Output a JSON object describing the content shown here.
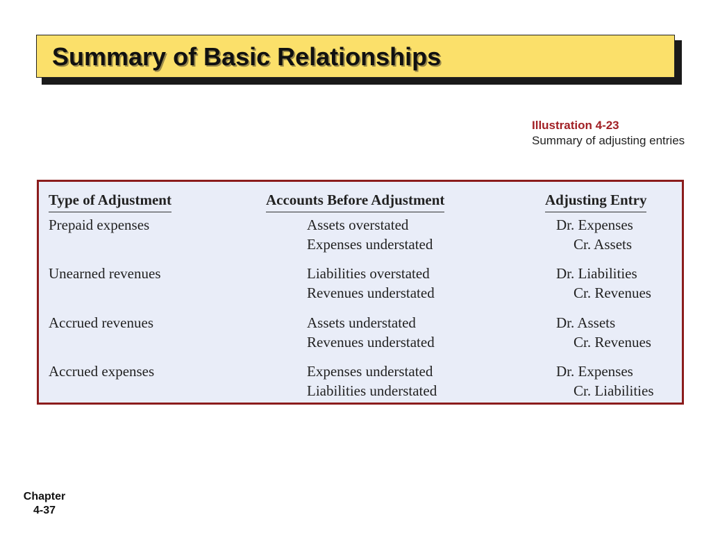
{
  "slide": {
    "title": "Summary of Basic Relationships",
    "caption": {
      "label": "Illustration 4-23",
      "text": "Summary of adjusting entries"
    },
    "footer": {
      "line1": "Chapter",
      "line2": "4-37"
    }
  },
  "table": {
    "headers": [
      "Type of Adjustment",
      "Accounts Before Adjustment",
      "Adjusting Entry"
    ],
    "rows": [
      {
        "type": "Prepaid expenses",
        "accounts": [
          "Assets overstated",
          "Expenses understated"
        ],
        "entry": [
          "Dr. Expenses",
          "Cr. Assets"
        ]
      },
      {
        "type": "Unearned revenues",
        "accounts": [
          "Liabilities overstated",
          "Revenues understated"
        ],
        "entry": [
          "Dr. Liabilities",
          "Cr. Revenues"
        ]
      },
      {
        "type": "Accrued revenues",
        "accounts": [
          "Assets understated",
          "Revenues understated"
        ],
        "entry": [
          "Dr. Assets",
          "Cr. Revenues"
        ]
      },
      {
        "type": "Accrued expenses",
        "accounts": [
          "Expenses understated",
          "Liabilities understated"
        ],
        "entry": [
          "Dr. Expenses",
          "Cr. Liabilities"
        ]
      }
    ]
  }
}
